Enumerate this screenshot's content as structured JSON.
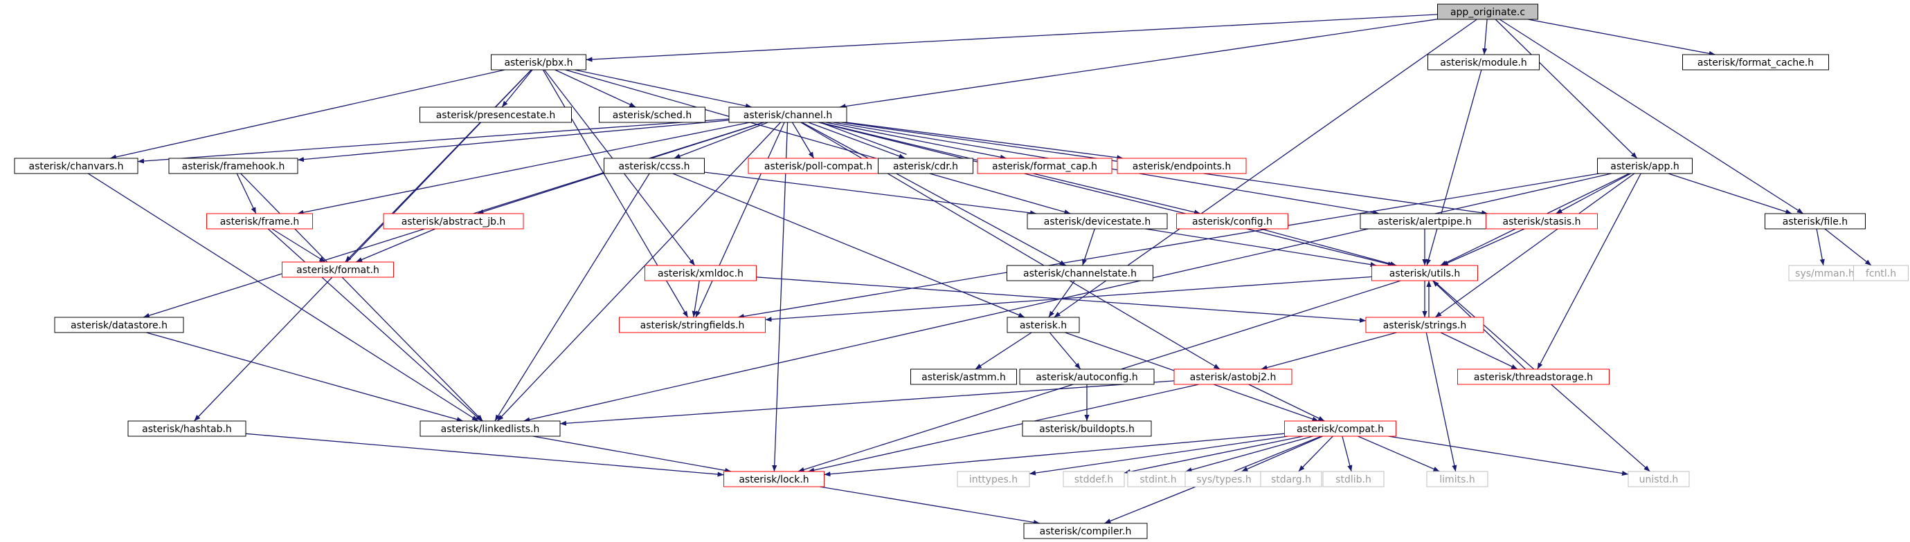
{
  "colors": {
    "edge": "#191970",
    "border_normal": "#000000",
    "border_incomplete": "#ff0000",
    "border_external": "#bfbfbf",
    "root_fill": "#bfbfbf",
    "fill": "#ffffff",
    "text": "#000000",
    "text_external": "#9a9a9a"
  },
  "nodes": [
    {
      "id": "root",
      "label": "app_originate.c",
      "kind": "root"
    },
    {
      "id": "pbx",
      "label": "asterisk/pbx.h",
      "kind": "normal"
    },
    {
      "id": "module",
      "label": "asterisk/module.h",
      "kind": "normal"
    },
    {
      "id": "fmtcache",
      "label": "asterisk/format_cache.h",
      "kind": "normal"
    },
    {
      "id": "presence",
      "label": "asterisk/presencestate.h",
      "kind": "normal"
    },
    {
      "id": "sched",
      "label": "asterisk/sched.h",
      "kind": "normal"
    },
    {
      "id": "channel",
      "label": "asterisk/channel.h",
      "kind": "normal"
    },
    {
      "id": "chanvars",
      "label": "asterisk/chanvars.h",
      "kind": "normal"
    },
    {
      "id": "framehook",
      "label": "asterisk/framehook.h",
      "kind": "normal"
    },
    {
      "id": "ccss",
      "label": "asterisk/ccss.h",
      "kind": "normal"
    },
    {
      "id": "pollcompat",
      "label": "asterisk/poll-compat.h",
      "kind": "red"
    },
    {
      "id": "cdr",
      "label": "asterisk/cdr.h",
      "kind": "normal"
    },
    {
      "id": "fmtcap",
      "label": "asterisk/format_cap.h",
      "kind": "red"
    },
    {
      "id": "endpoints",
      "label": "asterisk/endpoints.h",
      "kind": "red"
    },
    {
      "id": "app",
      "label": "asterisk/app.h",
      "kind": "normal"
    },
    {
      "id": "frame",
      "label": "asterisk/frame.h",
      "kind": "red"
    },
    {
      "id": "abstractjb",
      "label": "asterisk/abstract_jb.h",
      "kind": "red"
    },
    {
      "id": "format",
      "label": "asterisk/format.h",
      "kind": "red"
    },
    {
      "id": "devstate",
      "label": "asterisk/devicestate.h",
      "kind": "normal"
    },
    {
      "id": "config",
      "label": "asterisk/config.h",
      "kind": "red"
    },
    {
      "id": "alertpipe",
      "label": "asterisk/alertpipe.h",
      "kind": "normal"
    },
    {
      "id": "stasis",
      "label": "asterisk/stasis.h",
      "kind": "red"
    },
    {
      "id": "file",
      "label": "asterisk/file.h",
      "kind": "normal"
    },
    {
      "id": "sysmman",
      "label": "sys/mman.h",
      "kind": "ext"
    },
    {
      "id": "fcntl",
      "label": "fcntl.h",
      "kind": "ext"
    },
    {
      "id": "xmldoc",
      "label": "asterisk/xmldoc.h",
      "kind": "red"
    },
    {
      "id": "chanstate",
      "label": "asterisk/channelstate.h",
      "kind": "normal"
    },
    {
      "id": "utils",
      "label": "asterisk/utils.h",
      "kind": "red"
    },
    {
      "id": "datastore",
      "label": "asterisk/datastore.h",
      "kind": "normal"
    },
    {
      "id": "strfields",
      "label": "asterisk/stringfields.h",
      "kind": "red"
    },
    {
      "id": "asterisk",
      "label": "asterisk.h",
      "kind": "normal"
    },
    {
      "id": "strings",
      "label": "asterisk/strings.h",
      "kind": "red"
    },
    {
      "id": "astmm",
      "label": "asterisk/astmm.h",
      "kind": "normal"
    },
    {
      "id": "autoconfig",
      "label": "asterisk/autoconfig.h",
      "kind": "normal"
    },
    {
      "id": "astobj2",
      "label": "asterisk/astobj2.h",
      "kind": "red"
    },
    {
      "id": "threadstorage",
      "label": "asterisk/threadstorage.h",
      "kind": "red"
    },
    {
      "id": "hashtab",
      "label": "asterisk/hashtab.h",
      "kind": "normal"
    },
    {
      "id": "linkedlists",
      "label": "asterisk/linkedlists.h",
      "kind": "normal"
    },
    {
      "id": "buildopts",
      "label": "asterisk/buildopts.h",
      "kind": "normal"
    },
    {
      "id": "compat",
      "label": "asterisk/compat.h",
      "kind": "red"
    },
    {
      "id": "lock",
      "label": "asterisk/lock.h",
      "kind": "red"
    },
    {
      "id": "inttypes",
      "label": "inttypes.h",
      "kind": "ext"
    },
    {
      "id": "stddef",
      "label": "stddef.h",
      "kind": "ext"
    },
    {
      "id": "stdint",
      "label": "stdint.h",
      "kind": "ext"
    },
    {
      "id": "systypes",
      "label": "sys/types.h",
      "kind": "ext"
    },
    {
      "id": "stdarg",
      "label": "stdarg.h",
      "kind": "ext"
    },
    {
      "id": "stdlib",
      "label": "stdlib.h",
      "kind": "ext"
    },
    {
      "id": "limits",
      "label": "limits.h",
      "kind": "ext"
    },
    {
      "id": "unistd",
      "label": "unistd.h",
      "kind": "ext"
    },
    {
      "id": "compiler",
      "label": "asterisk/compiler.h",
      "kind": "normal"
    }
  ],
  "edges": [
    [
      "root",
      "pbx"
    ],
    [
      "root",
      "module"
    ],
    [
      "root",
      "fmtcache"
    ],
    [
      "root",
      "channel"
    ],
    [
      "root",
      "asterisk"
    ],
    [
      "root",
      "app"
    ],
    [
      "root",
      "file"
    ],
    [
      "pbx",
      "presence"
    ],
    [
      "pbx",
      "sched"
    ],
    [
      "pbx",
      "channel"
    ],
    [
      "pbx",
      "chanvars"
    ],
    [
      "pbx",
      "hashtab"
    ],
    [
      "pbx",
      "format"
    ],
    [
      "pbx",
      "strfields"
    ],
    [
      "pbx",
      "xmldoc"
    ],
    [
      "pbx",
      "devstate"
    ],
    [
      "module",
      "utils"
    ],
    [
      "channel",
      "chanvars"
    ],
    [
      "channel",
      "framehook"
    ],
    [
      "channel",
      "ccss"
    ],
    [
      "channel",
      "pollcompat"
    ],
    [
      "channel",
      "cdr"
    ],
    [
      "channel",
      "fmtcap"
    ],
    [
      "channel",
      "endpoints"
    ],
    [
      "channel",
      "frame"
    ],
    [
      "channel",
      "abstractjb"
    ],
    [
      "channel",
      "datastore"
    ],
    [
      "channel",
      "chanstate"
    ],
    [
      "channel",
      "config"
    ],
    [
      "channel",
      "alertpipe"
    ],
    [
      "channel",
      "stasis"
    ],
    [
      "channel",
      "utils"
    ],
    [
      "channel",
      "strfields"
    ],
    [
      "channel",
      "linkedlists"
    ],
    [
      "channel",
      "lock"
    ],
    [
      "channel",
      "astobj2"
    ],
    [
      "cdr",
      "channel"
    ],
    [
      "chanvars",
      "linkedlists"
    ],
    [
      "framehook",
      "frame"
    ],
    [
      "framehook",
      "linkedlists"
    ],
    [
      "frame",
      "format"
    ],
    [
      "frame",
      "linkedlists"
    ],
    [
      "abstractjb",
      "format"
    ],
    [
      "ccss",
      "devstate"
    ],
    [
      "ccss",
      "linkedlists"
    ],
    [
      "ccss",
      "asterisk"
    ],
    [
      "devstate",
      "chanstate"
    ],
    [
      "devstate",
      "utils"
    ],
    [
      "config",
      "utils"
    ],
    [
      "alertpipe",
      "utils"
    ],
    [
      "stasis",
      "utils"
    ],
    [
      "app",
      "stasis"
    ],
    [
      "app",
      "file"
    ],
    [
      "app",
      "utils"
    ],
    [
      "app",
      "strfields"
    ],
    [
      "app",
      "linkedlists"
    ],
    [
      "app",
      "strings"
    ],
    [
      "app",
      "threadstorage"
    ],
    [
      "file",
      "sysmman"
    ],
    [
      "file",
      "fcntl"
    ],
    [
      "xmldoc",
      "strfields"
    ],
    [
      "xmldoc",
      "strings"
    ],
    [
      "chanstate",
      "asterisk"
    ],
    [
      "utils",
      "strfields"
    ],
    [
      "utils",
      "strings"
    ],
    [
      "utils",
      "lock"
    ],
    [
      "utils",
      "unistd"
    ],
    [
      "strings",
      "utils"
    ],
    [
      "strings",
      "threadstorage"
    ],
    [
      "strings",
      "astobj2"
    ],
    [
      "strings",
      "limits"
    ],
    [
      "threadstorage",
      "utils"
    ],
    [
      "datastore",
      "linkedlists"
    ],
    [
      "asterisk",
      "astmm"
    ],
    [
      "asterisk",
      "autoconfig"
    ],
    [
      "asterisk",
      "compat"
    ],
    [
      "autoconfig",
      "buildopts"
    ],
    [
      "astobj2",
      "compat"
    ],
    [
      "astobj2",
      "linkedlists"
    ],
    [
      "astobj2",
      "lock"
    ],
    [
      "hashtab",
      "lock"
    ],
    [
      "linkedlists",
      "lock"
    ],
    [
      "compat",
      "inttypes"
    ],
    [
      "compat",
      "stddef"
    ],
    [
      "compat",
      "stdint"
    ],
    [
      "compat",
      "systypes"
    ],
    [
      "compat",
      "stdarg"
    ],
    [
      "compat",
      "stdlib"
    ],
    [
      "compat",
      "limits"
    ],
    [
      "compat",
      "unistd"
    ],
    [
      "compat",
      "compiler"
    ],
    [
      "compat",
      "lock"
    ],
    [
      "lock",
      "compiler"
    ]
  ]
}
